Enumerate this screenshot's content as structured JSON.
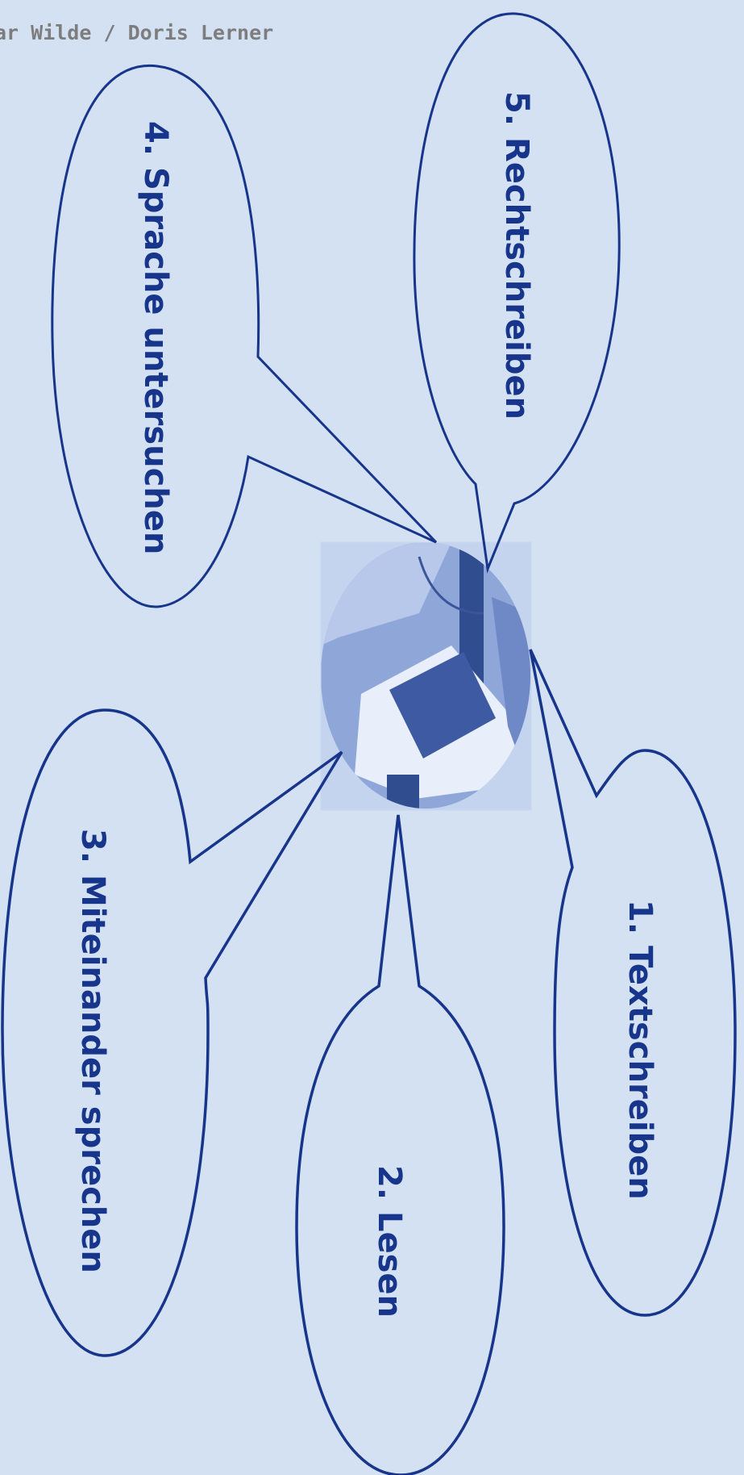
{
  "header": {
    "author_text": "ar Wilde / Doris Lerner"
  },
  "bubbles": [
    {
      "label": "1. Textschreiben"
    },
    {
      "label": "2. Lesen"
    },
    {
      "label": "3. Miteinander sprechen"
    },
    {
      "label": "4. Sprache untersuchen"
    },
    {
      "label": "5. Rechtschreiben"
    }
  ],
  "colors": {
    "background": "#d3e1f3",
    "outline": "#17358b",
    "header_text": "#7d7d7d"
  },
  "center_image": {
    "description": "photo-of-laptop-computer",
    "icon": "laptop-photo"
  }
}
